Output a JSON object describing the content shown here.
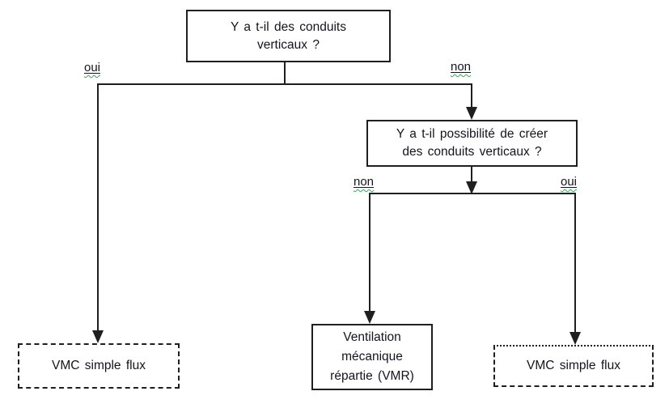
{
  "colors": {
    "line": "#1f1f1f",
    "text": "#14141e",
    "squiggle": "#3aa655",
    "bg": "#ffffff"
  },
  "flowchart": {
    "root_question": {
      "lines": [
        "Y a t-il des conduits",
        "verticaux ?"
      ]
    },
    "second_question": {
      "lines": [
        "Y a t-il possibilité de créer",
        "des conduits verticaux ?"
      ]
    },
    "branch_labels": {
      "root_yes": "oui",
      "root_no": "non",
      "second_no": "non",
      "second_yes": "oui"
    },
    "outcomes": {
      "left": {
        "label": "VMC simple flux"
      },
      "middle": {
        "lines": [
          "Ventilation",
          "mécanique",
          "répartie (VMR)"
        ]
      },
      "right": {
        "label": "VMC simple flux"
      }
    }
  }
}
